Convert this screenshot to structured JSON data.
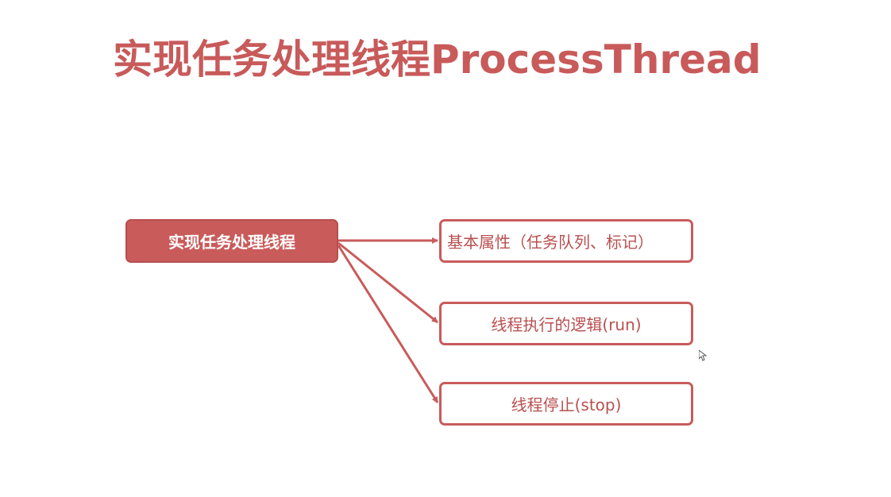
{
  "slide": {
    "title": "实现任务处理线程ProcessThread"
  },
  "diagram": {
    "root": {
      "label": "实现任务处理线程"
    },
    "children": [
      {
        "label": "基本属性（任务队列、标记）"
      },
      {
        "label": "线程执行的逻辑(run)"
      },
      {
        "label": "线程停止(stop)"
      }
    ],
    "colors": {
      "accent": "#c95b5b",
      "title": "#c85a5a",
      "child_text": "#b94f4f"
    }
  }
}
